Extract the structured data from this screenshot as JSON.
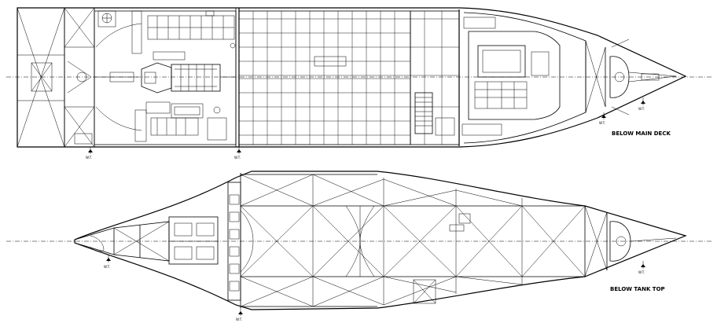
{
  "labels": {
    "below_main_deck": "BELOW MAIN DECK",
    "below_tank_top": "BELOW TANK TOP",
    "bulkhead_marker": "W.T."
  },
  "colors": {
    "line": "#000000",
    "background": "#ffffff"
  }
}
